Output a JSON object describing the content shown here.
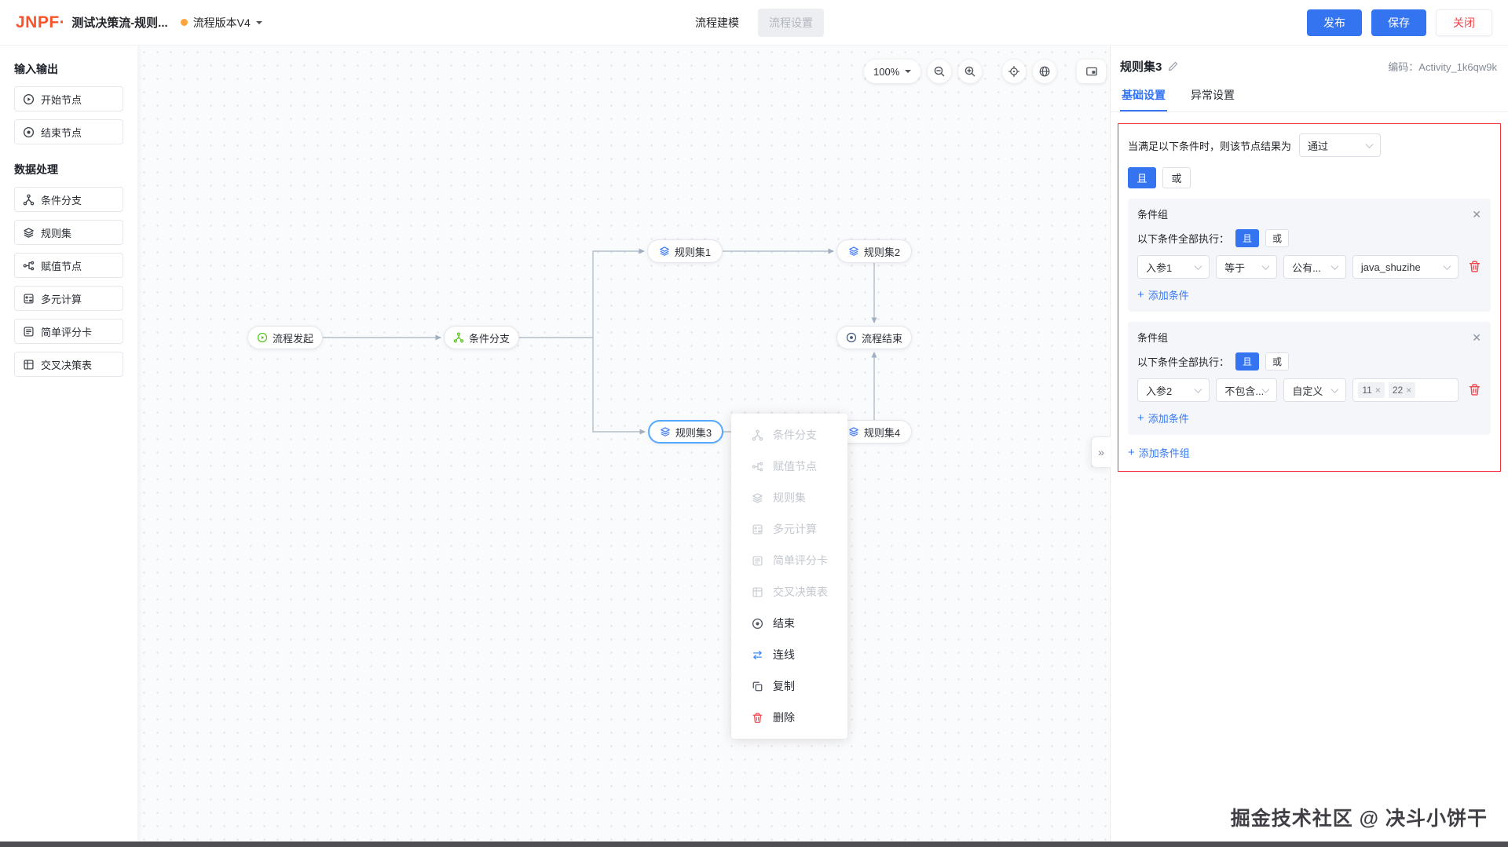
{
  "topbar": {
    "logo": "JNPF·",
    "doc_title": "测试决策流-规则...",
    "version": "流程版本V4",
    "tab_modeling": "流程建模",
    "tab_settings": "流程设置",
    "publish": "发布",
    "save": "保存",
    "close": "关闭"
  },
  "sidebar": {
    "groups": [
      {
        "title": "输入输出",
        "items": [
          {
            "label": "开始节点",
            "icon": "play-circle-icon"
          },
          {
            "label": "结束节点",
            "icon": "stop-circle-icon"
          }
        ]
      },
      {
        "title": "数据处理",
        "items": [
          {
            "label": "条件分支",
            "icon": "branch-icon"
          },
          {
            "label": "规则集",
            "icon": "layers-icon"
          },
          {
            "label": "赋值节点",
            "icon": "assign-icon"
          },
          {
            "label": "多元计算",
            "icon": "calc-icon"
          },
          {
            "label": "简单评分卡",
            "icon": "scorecard-icon"
          },
          {
            "label": "交叉决策表",
            "icon": "cross-table-icon"
          }
        ]
      }
    ]
  },
  "canvas": {
    "zoom": "100%",
    "nodes": [
      {
        "label": "流程发起",
        "type": "start"
      },
      {
        "label": "条件分支",
        "type": "branch"
      },
      {
        "label": "规则集1",
        "type": "rule"
      },
      {
        "label": "规则集2",
        "type": "rule"
      },
      {
        "label": "流程结束",
        "type": "end"
      },
      {
        "label": "规则集3",
        "type": "rule",
        "selected": true
      },
      {
        "label": "规则集4",
        "type": "rule"
      }
    ]
  },
  "context_menu": {
    "items": [
      {
        "label": "条件分支",
        "enabled": false
      },
      {
        "label": "赋值节点",
        "enabled": false
      },
      {
        "label": "规则集",
        "enabled": false
      },
      {
        "label": "多元计算",
        "enabled": false
      },
      {
        "label": "简单评分卡",
        "enabled": false
      },
      {
        "label": "交叉决策表",
        "enabled": false
      },
      {
        "label": "结束",
        "enabled": true
      },
      {
        "label": "连线",
        "enabled": true
      },
      {
        "label": "复制",
        "enabled": true
      },
      {
        "label": "删除",
        "enabled": true
      }
    ]
  },
  "panel": {
    "title": "规则集3",
    "code_label": "编码：",
    "code_value": "Activity_1k6qw9k",
    "tab_basic": "基础设置",
    "tab_exception": "异常设置",
    "condition_header": "当满足以下条件时，则该节点结果为",
    "result_value": "通过",
    "and_label": "且",
    "or_label": "或",
    "group_title": "条件组",
    "exec_label": "以下条件全部执行：",
    "add_condition": "添加条件",
    "add_group": "添加条件组",
    "groups": [
      {
        "fields": [
          "入参1",
          "等于",
          "公有...",
          "java_shuzihe"
        ]
      },
      {
        "fields": [
          "入参2",
          "不包含...",
          "自定义"
        ],
        "tags": [
          "11",
          "22"
        ]
      }
    ],
    "accent_color": "#3574f0",
    "highlight_border_color": "#f0353f"
  },
  "watermark": "掘金技术社区 @ 决斗小饼干"
}
